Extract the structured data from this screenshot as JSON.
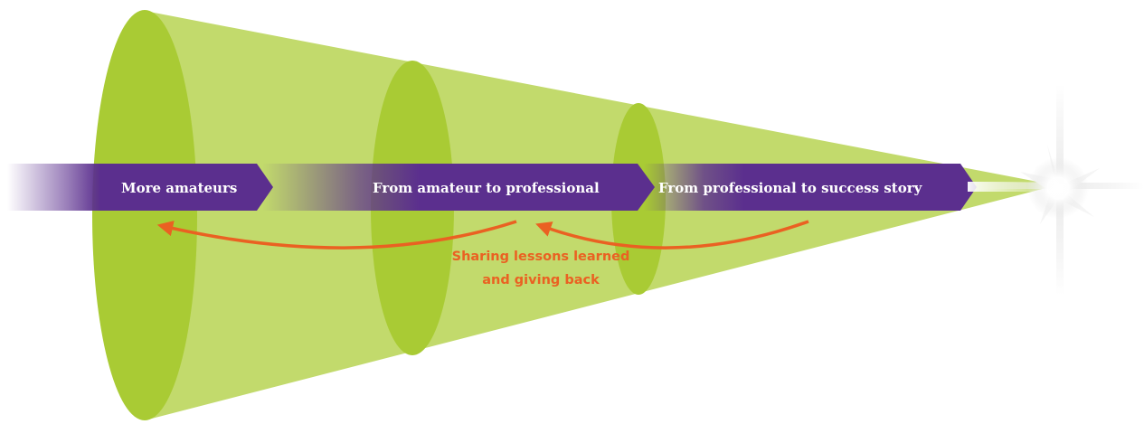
{
  "diagram": {
    "stages": [
      {
        "label": "More amateurs"
      },
      {
        "label": "From amateur to professional"
      },
      {
        "label": "From professional to success story"
      }
    ],
    "feedback_note": {
      "line1": "Sharing lessons learned",
      "line2": "and giving back"
    }
  },
  "colors": {
    "cone_body": "#c2da6c",
    "cone_section": "#a9cb34",
    "arrow_band": "#5b2f8e",
    "feedback_arrow": "#ea6122",
    "star_glow": "#ffffff"
  }
}
